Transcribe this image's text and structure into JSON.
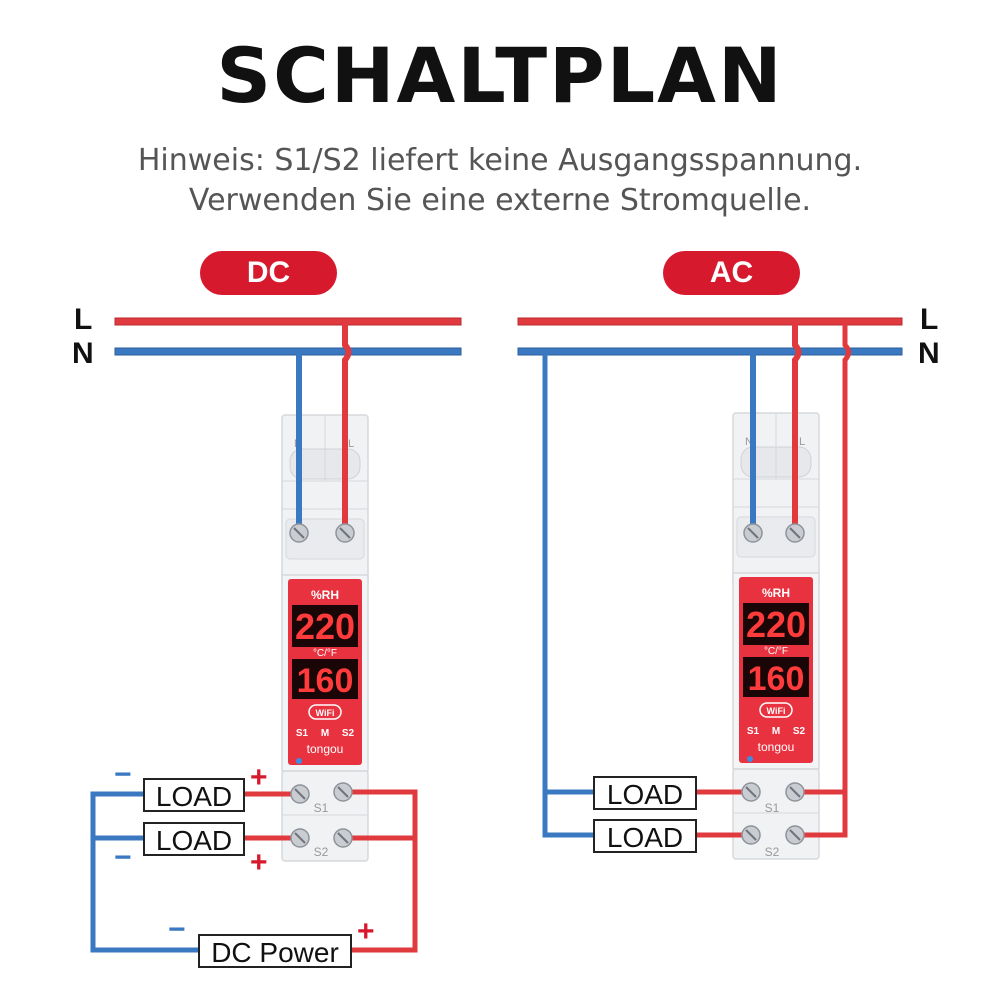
{
  "title": "SCHALTPLAN",
  "note_line1": "Hinweis: S1/S2 liefert keine Ausgangsspannung.",
  "note_line2": "Verwenden Sie eine externe Stromquelle.",
  "colors": {
    "live": "#e03a3f",
    "neutral": "#3a78c2",
    "pill": "#d7192d",
    "display": "#e8323f"
  },
  "dc": {
    "label": "DC",
    "line_l": "L",
    "line_n": "N",
    "load1": "LOAD",
    "load2": "LOAD",
    "power": "DC Power",
    "minus": "−",
    "plus": "+"
  },
  "ac": {
    "label": "AC",
    "line_l": "L",
    "line_n": "N",
    "load1": "LOAD",
    "load2": "LOAD"
  },
  "device": {
    "term_n": "N",
    "term_l": "L",
    "rh_label": "%RH",
    "temp_unit": "°C/°F",
    "display_top": "220",
    "display_bottom": "160",
    "wifi": "WiFi",
    "btn_s1": "S1",
    "btn_m": "M",
    "btn_s2": "S2",
    "brand": "tongou",
    "out_s1": "S1",
    "out_s2": "S2"
  }
}
